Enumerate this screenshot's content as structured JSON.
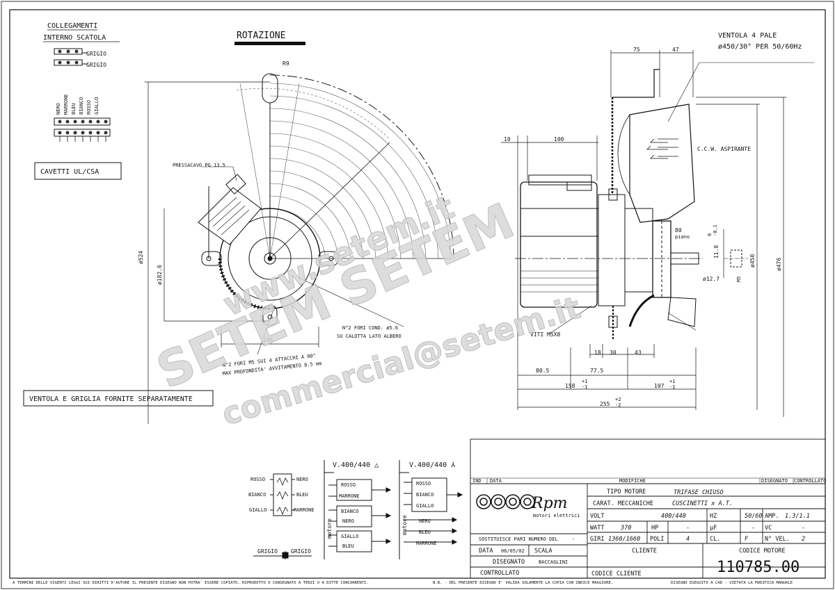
{
  "connections": {
    "title_line1": "COLLEGAMENTI",
    "title_line2": "INTERNO SCATOLA",
    "grey1": "GRIGIO",
    "grey2": "GRIGIO",
    "wires": [
      "NERO",
      "MARRONE",
      "BLEU",
      "BIANCO",
      "ROSSO",
      "GIALLO"
    ]
  },
  "rotation_title": "ROTAZIONE",
  "cable_note": "CAVETTI UL/CSA",
  "supply_note": "VENTOLA E GRIGLIA FORNITE SEPARATAMENTE",
  "front_view": {
    "r9": "R9",
    "gland": "PRESSACAVO PG 13.5",
    "d524": "ø524",
    "d1826": "ø182.6",
    "w146": "146",
    "holes_note1": "N°2 FORI COND. ø5.6",
    "holes_note2": "SU CALOTTA LATO ALBERO",
    "fix_note1": "N°2 FORI M5 SUI 4 ATTACCHI A 90°",
    "fix_note2": "MAX PROFONDITA' AVVITAMENTO 8.5 mm"
  },
  "side_view": {
    "fan_label1": "VENTOLA 4 PALE",
    "fan_label2": "ø450/30° PER 50/60Hz",
    "dim75": "75",
    "dim47": "47",
    "dim10": "10",
    "dim100": "100",
    "ccw": "C.C.W. ASPIRANTE",
    "dim80": "80",
    "piano": "piano",
    "shaft_tol": "11.8",
    "tol_up": "0",
    "tol_dn": "-0.1",
    "d450": "ø450",
    "d476": "ø476",
    "d127": "ø12.7",
    "m5": "M5",
    "screws": "VITI M5X8",
    "dim18": "18",
    "dim30": "30",
    "dim43": "43",
    "dim805": "80.5",
    "dim775": "77.5",
    "dim158": "158",
    "dim107": "107",
    "dim255": "255",
    "tol1": "+1",
    "tol2": "-1",
    "tol3": "+2",
    "tol4": "-2"
  },
  "wiring": {
    "left_labels": [
      "ROSSO",
      "BIANCO",
      "GIALLO"
    ],
    "right_labels": [
      "NERO",
      "BLEU",
      "MARRONE"
    ],
    "grey_left": "GRIGIO",
    "grey_right": "GRIGIO",
    "delta_title": "V.400/440 △",
    "star_title": "V.400/440 ⅄",
    "motore": "motore",
    "delta_terms": [
      "ROSSO",
      "MARRONE",
      "BIANCO",
      "NERO",
      "GIALLO",
      "BLEU"
    ],
    "star_terms": [
      "ROSSO",
      "BIANCO",
      "GIALLO",
      "NERO",
      "BLEU",
      "MARRONE"
    ]
  },
  "title_block": {
    "rev_header": [
      "IND",
      "DATA",
      "MODIFICHE",
      "DISEGNATO",
      "CONTROLLATO"
    ],
    "brand": "Rpm",
    "brand_sub": "motori elettrici",
    "replaces": "SOSTITUISCE PARI NUMERO DEL",
    "replaces_val": "-",
    "date_label": "DATA",
    "date_val": "06/05/02",
    "scale_label": "SCALA",
    "drawn_label": "DISEGNATO",
    "drawn_val": "BACCAGLINI",
    "checked_label": "CONTROLLATO",
    "motor_type_label": "TIPO MOTORE",
    "motor_type_val": "TRIFASE CHIUSO",
    "mech_label": "CARAT. MECCANICHE",
    "mech_val": "CUSCINETTI x A.T.",
    "volt_label": "VOLT",
    "volt_val": "400/440",
    "hz_label": "HZ",
    "hz_val": "50/60",
    "amp_label": "AMP.",
    "amp_val": "1.3/1.1",
    "watt_label": "WATT",
    "watt_val": "370",
    "hp_label": "HP",
    "hp_val": "-",
    "uf_label": "µF",
    "uf_val": "-",
    "vc_label": "VC",
    "vc_val": "-",
    "giri_label": "GIRI",
    "giri_val": "1360/1660",
    "poli_label": "POLI",
    "poli_val": "4",
    "cl_label": "CL.",
    "cl_val": "F",
    "nvel_label": "N° VEL.",
    "nvel_val": "2",
    "client_label": "CLIENTE",
    "client_code_label": "CODICE CLIENTE",
    "motor_code_label": "CODICE MOTORE",
    "motor_code_val": "110785.00"
  },
  "footer_left": "A TERMINI DELLE VIGENTI LEGGI SUI DIRITTI D'AUTORE IL PRESENTE DISEGNO NON POTRA' ESSERE COPIATO, RIPRODOTTO O CONSEGNATO A TERZI O A DITTE CONCORRENTI.",
  "footer_mid": "N.B. - DEL PRESENTE DISEGNO E' VALIDA SOLAMENTE LA COPIA CON INDICE MAGGIORE.",
  "footer_right": "DISEGNO ESEGUITO A CAD - VIETATA LA MODIFICA MANUALE",
  "watermark": {
    "line1": "www.setem.it",
    "line2": "SETEM SETEM",
    "line3": "commercial@setem.it"
  }
}
